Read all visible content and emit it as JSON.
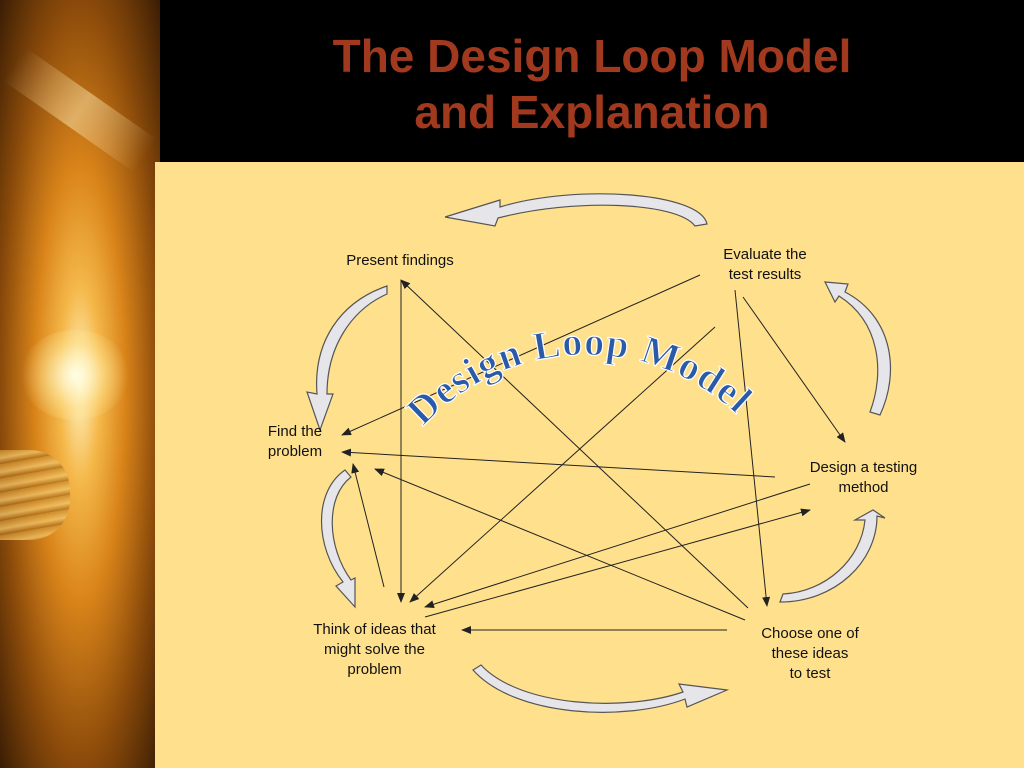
{
  "slide": {
    "title_line1": "The Design Loop Model",
    "title_line2": "and Explanation"
  },
  "diagram": {
    "arc_text": "Design  Loop  Model",
    "nodes": {
      "present": "Present findings",
      "evaluate_1": "Evaluate the",
      "evaluate_2": "test results",
      "find_1": "Find the",
      "find_2": "problem",
      "design_1": "Design a testing",
      "design_2": "method",
      "think_1": "Think of ideas that",
      "think_2": "might solve the",
      "think_3": "problem",
      "choose_1": "Choose one of",
      "choose_2": "these ideas",
      "choose_3": "to test"
    }
  },
  "colors": {
    "title": "#a0391e",
    "content_bg": "#ffe08c",
    "arc_text": "#2a5aa8",
    "loop_arrow_fill": "#e6e6ea",
    "connector": "#222222"
  }
}
